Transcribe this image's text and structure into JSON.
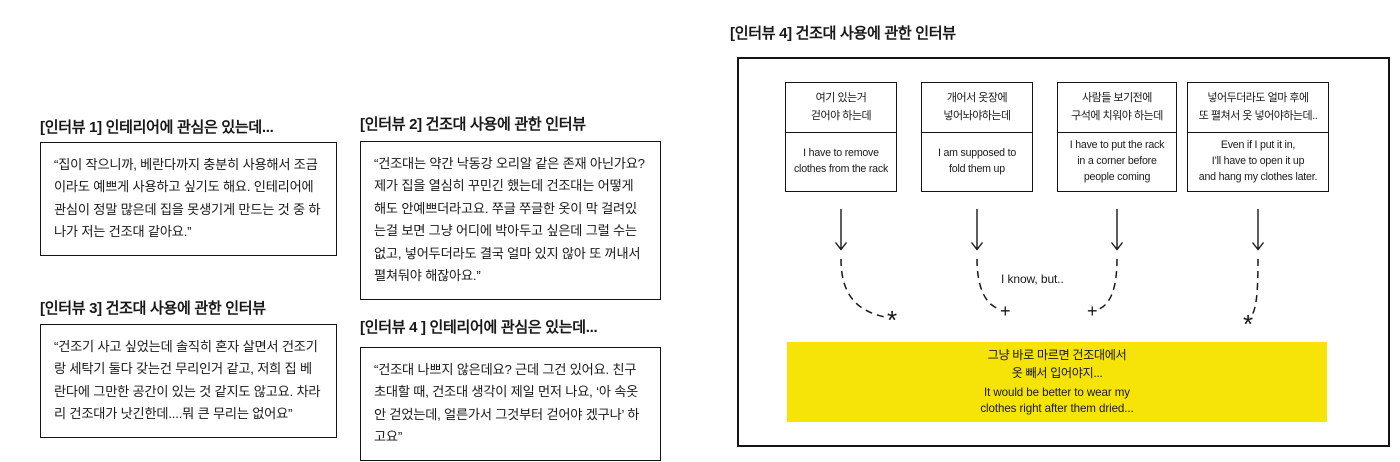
{
  "interviews": [
    {
      "header": "[인터뷰 1] 인테리어에 관심은 있는데...",
      "quote": "“집이 작으니까, 베란다까지 충분히 사용해서  조금이라도 예쁘게 사용하고 싶기도 해요. 인테리어에 관심이 정말 많은데 집을 못생기게 만드는 것 중 하나가 저는 건조대 같아요.”"
    },
    {
      "header": "[인터뷰 2] 건조대 사용에 관한 인터뷰",
      "quote": "“건조대는 약간 낙동강 오리알 같은 존재 아닌가요? 제가 집을 열심히 꾸민긴 했는데 건조대는 어떻게 해도 안예쁘더라고요. 쭈글 쭈글한 옷이 막 걸려있는걸 보면 그냥 어디에 박아두고 싶은데 그럴 수는 없고, 넣어두더라도 결국 얼마 있지 않아 또 꺼내서 펼쳐둬야 해잖아요.”"
    },
    {
      "header": "[인터뷰 3] 건조대 사용에 관한 인터뷰",
      "quote": "“건조기 사고 싶었는데 솔직히 혼자 살면서 건조기랑 세탁기 둘다 갖는건 무리인거 같고, 저희 집 베란다에 그만한 공간이 있는 것 같지도 않고요. 차라리 건조대가 낫긴한데....뭐 큰 무리는 없어요”"
    },
    {
      "header": "[인터뷰 4 ] 인테리어에 관심은 있는데...",
      "quote": "“건조대 나쁘지 않은데요? 근데 그건 있어요. 친구 초대할 때, 건조대 생각이 제일 먼저 나요, ‘아 속옷 안 걷었는데, 얼른가서 그것부터 걷어야 겠구나’ 하고요”"
    }
  ],
  "diagram": {
    "title": "[인터뷰 4] 건조대 사용에 관한 인터뷰",
    "thoughts": [
      {
        "ko": "여기 있는거\n걷어야 하는데",
        "en": "I have to remove\nclothes from the rack"
      },
      {
        "ko": "개어서 옷장에\n넣어놔야하는데",
        "en": "I am supposed to\nfold them up"
      },
      {
        "ko": "사람들 보기전에\n구석에 치워야 하는데",
        "en": "I have to put the rack\nin a corner before\npeople coming"
      },
      {
        "ko": "넣어두더라도 얼마 후에\n또 펼쳐서 옷 넣어야하는데..",
        "en": "Even if I put it in,\nI’ll have to open it up\nand hang my clothes later."
      }
    ],
    "middle_label": "I know, but..",
    "markers": [
      "*",
      "+",
      "+",
      "*"
    ],
    "conclusion": {
      "ko": "그냥 바로 마르면 건조대에서\n옷 빼서 입어야지...",
      "en": "It would be better to wear my\nclothes  right after them dried...",
      "highlight_color": "#f6e409"
    },
    "line_color": "#181818"
  }
}
